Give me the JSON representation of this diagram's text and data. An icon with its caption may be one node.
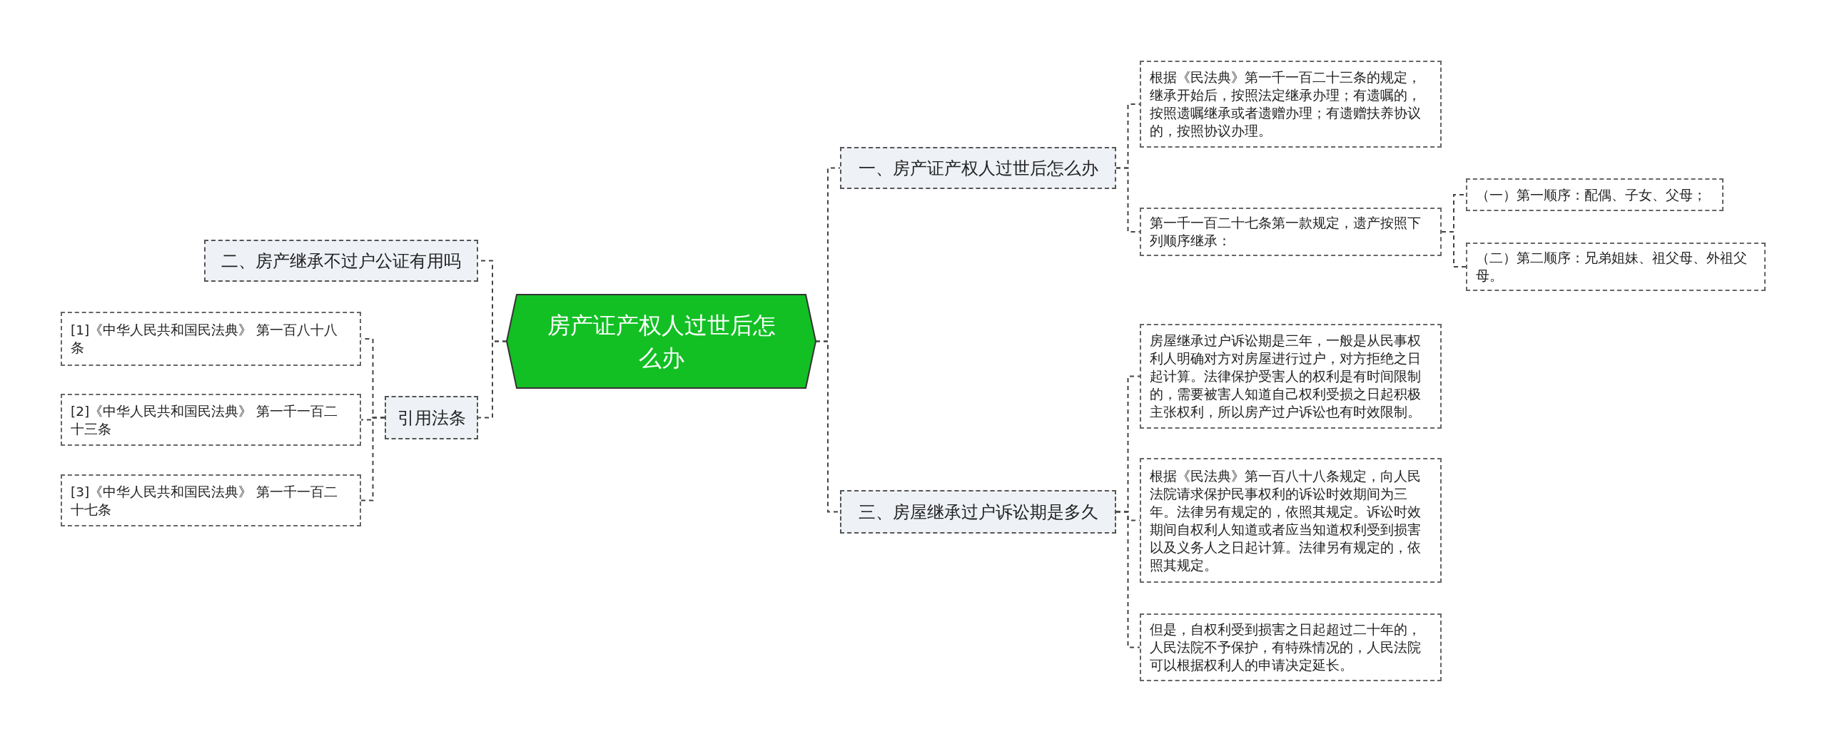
{
  "diagram": {
    "nodes": [
      {
        "text": [
          "房产证产权人过世后怎么办"
        ]
      },
      {
        "text": [
          "二、房产继承不过户公证有用吗"
        ]
      },
      {
        "text": [
          "引用法条"
        ]
      },
      {
        "text": [
          "[1]《中华人民共和国民法典》 第一百八十八条"
        ]
      },
      {
        "text": [
          "[2]《中华人民共和国民法典》 第一千一百二十三条"
        ]
      },
      {
        "text": [
          "[3]《中华人民共和国民法典》 第一千一百二十七条"
        ]
      },
      {
        "text": [
          "一、房产证产权人过世后怎么办"
        ]
      },
      {
        "text": [
          "根据《民法典》第一千一百二十三条的规定，继承开始后，按照法定继承办理；有遗嘱的，按照遗嘱继承或者遗赠办理；有遗赠扶养协议的，按照协议办理。"
        ]
      },
      {
        "text": [
          "第一千一百二十七条第一款规定，遗产按照下列顺序继承："
        ]
      },
      {
        "text": [
          "（一）第一顺序：配偶、子女、父母；"
        ]
      },
      {
        "text": [
          "（二）第二顺序：兄弟姐妹、祖父母、外祖父母。"
        ]
      },
      {
        "text": [
          "三、房屋继承过户诉讼期是多久"
        ]
      },
      {
        "text": [
          "房屋继承过户诉讼期是三年，一般是从民事权利人明确对方对房屋进行过户，对方拒绝之日起计算。法律保护受害人的权利是有时间限制的，需要被害人知道自己权利受损之日起积极主张权利，所以房产过户诉讼也有时效限制。"
        ]
      },
      {
        "text": [
          "根据《民法典》第一百八十八条规定，向人民法院请求保护民事权利的诉讼时效期间为三年。法律另有规定的，依照其规定。诉讼时效期间自权利人知道或者应当知道权利受到损害以及义务人之日起计算。法律另有规定的，依照其规定。"
        ]
      },
      {
        "text": [
          "但是，自权利受到损害之日起超过二十年的，人民法院不予保护，有特殊情况的，人民法院可以根据权利人的申请决定延长。"
        ]
      }
    ],
    "edges": [
      {
        "from": 0,
        "to": 1,
        "arrow": "none",
        "style": "dashed"
      },
      {
        "from": 0,
        "to": 2,
        "arrow": "none",
        "style": "dashed"
      },
      {
        "from": 2,
        "to": 3,
        "arrow": "none",
        "style": "dashed"
      },
      {
        "from": 2,
        "to": 4,
        "arrow": "none",
        "style": "dashed"
      },
      {
        "from": 2,
        "to": 5,
        "arrow": "none",
        "style": "dashed"
      },
      {
        "from": 0,
        "to": 6,
        "arrow": "none",
        "style": "dashed"
      },
      {
        "from": 6,
        "to": 7,
        "arrow": "none",
        "style": "dashed"
      },
      {
        "from": 6,
        "to": 8,
        "arrow": "none",
        "style": "dashed"
      },
      {
        "from": 8,
        "to": 9,
        "arrow": "none",
        "style": "dashed"
      },
      {
        "from": 8,
        "to": 10,
        "arrow": "none",
        "style": "dashed"
      },
      {
        "from": 0,
        "to": 11,
        "arrow": "none",
        "style": "dashed"
      },
      {
        "from": 11,
        "to": 12,
        "arrow": "none",
        "style": "dashed"
      },
      {
        "from": 11,
        "to": 13,
        "arrow": "none",
        "style": "dashed"
      },
      {
        "from": 11,
        "to": 14,
        "arrow": "none",
        "style": "dashed"
      }
    ]
  }
}
